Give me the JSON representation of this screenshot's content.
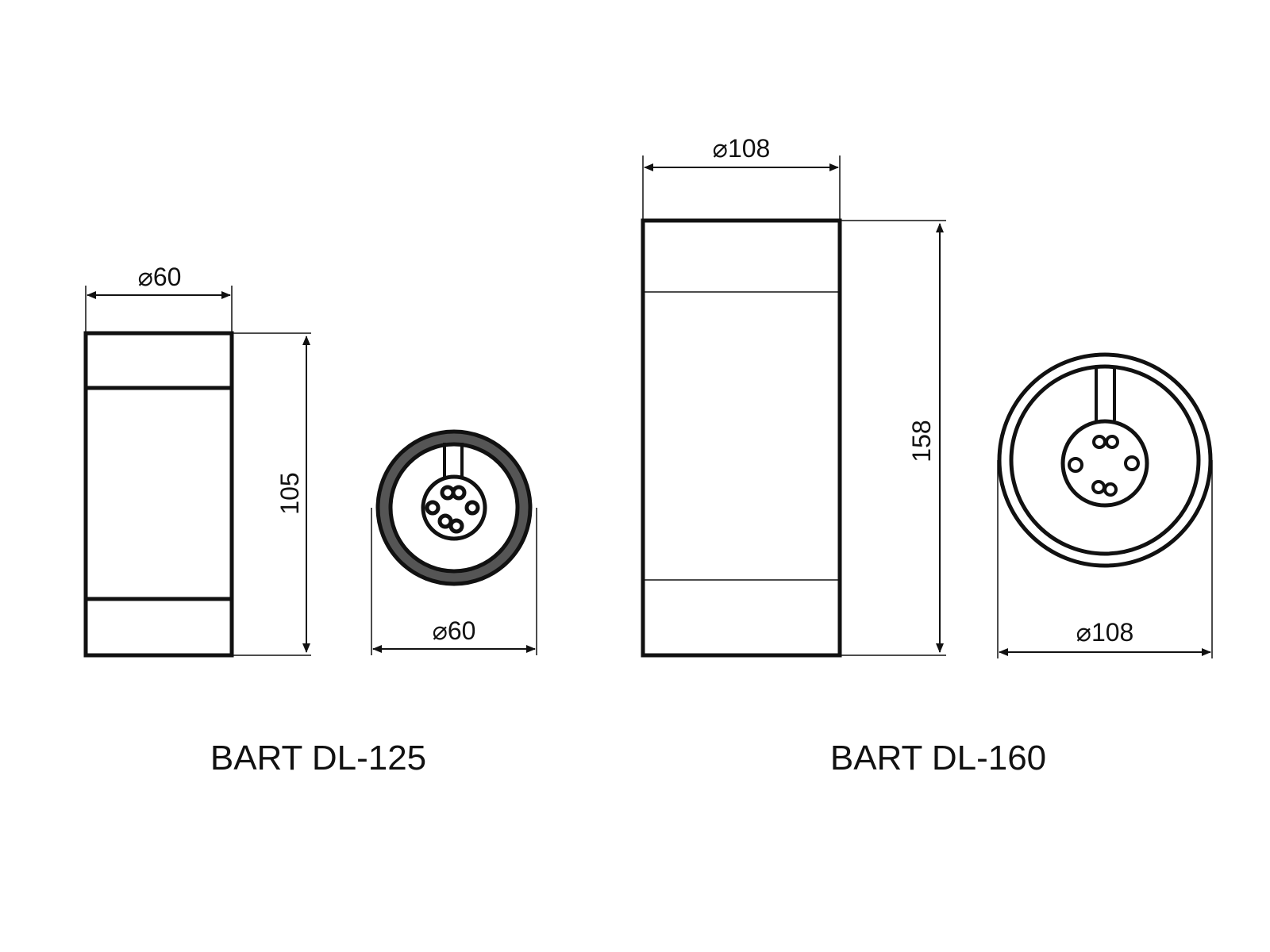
{
  "products": [
    {
      "model": "BART DL-125",
      "side_view": {
        "diameter_label": "⌀60",
        "height_label": "105"
      },
      "front_view": {
        "diameter_label": "⌀60"
      }
    },
    {
      "model": "BART DL-160",
      "side_view": {
        "diameter_label": "⌀108",
        "height_label": "158"
      },
      "front_view": {
        "diameter_label": "⌀108"
      }
    }
  ],
  "colors": {
    "line": "#111111",
    "ring_fill": "#555555",
    "background": "#ffffff"
  }
}
